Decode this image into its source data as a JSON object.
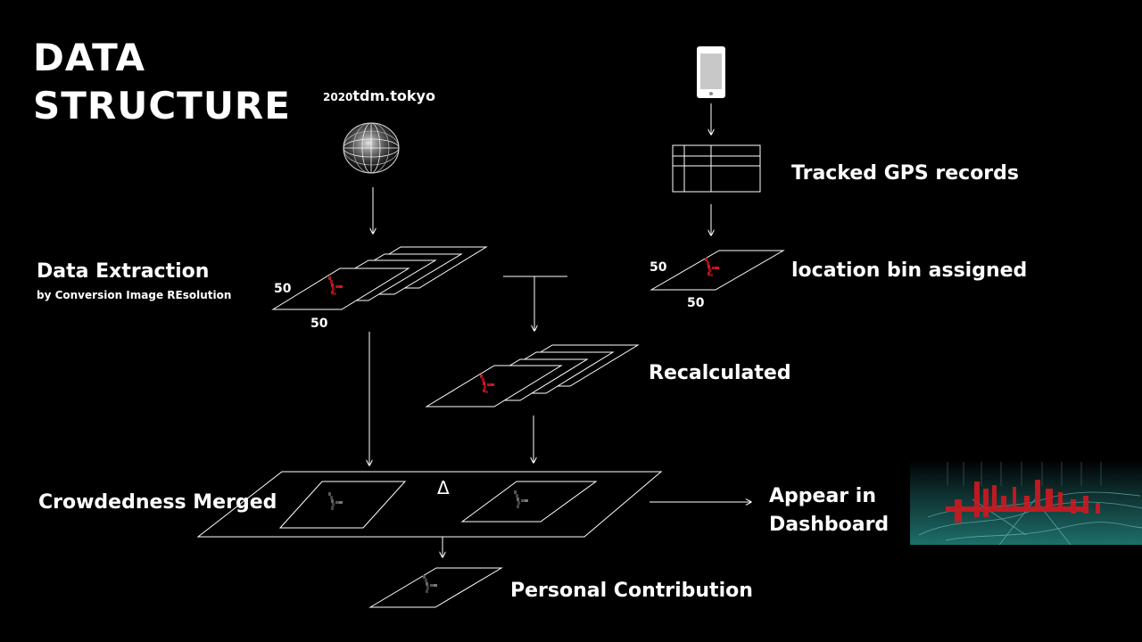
{
  "title": {
    "line1": "DATA",
    "line2": "STRUCTURE"
  },
  "source": {
    "year": "2020",
    "site": "tdm.tokyo"
  },
  "labels": {
    "tracked": "Tracked GPS records",
    "extraction": "Data Extraction",
    "extraction_sub": "by Conversion Image REsolution",
    "bin": "location bin assigned",
    "recalc": "Recalculated",
    "merged": "Crowdedness Merged",
    "dashboard_line1": "Appear in",
    "dashboard_line2": "Dashboard",
    "personal": "Personal Contribution",
    "delta": "Δ"
  },
  "grid_size": {
    "left_side": "50",
    "left_bottom": "50",
    "right_side": "50",
    "right_bottom": "50"
  },
  "colors": {
    "background": "#000000",
    "line": "#ffffff",
    "heat_red": "#c0141c",
    "dashboard_teal": "#1e6e6a"
  },
  "icons": {
    "globe": "globe-icon",
    "phone": "smartphone-icon",
    "table": "table-icon",
    "dashboard": "dashboard-map-image"
  }
}
